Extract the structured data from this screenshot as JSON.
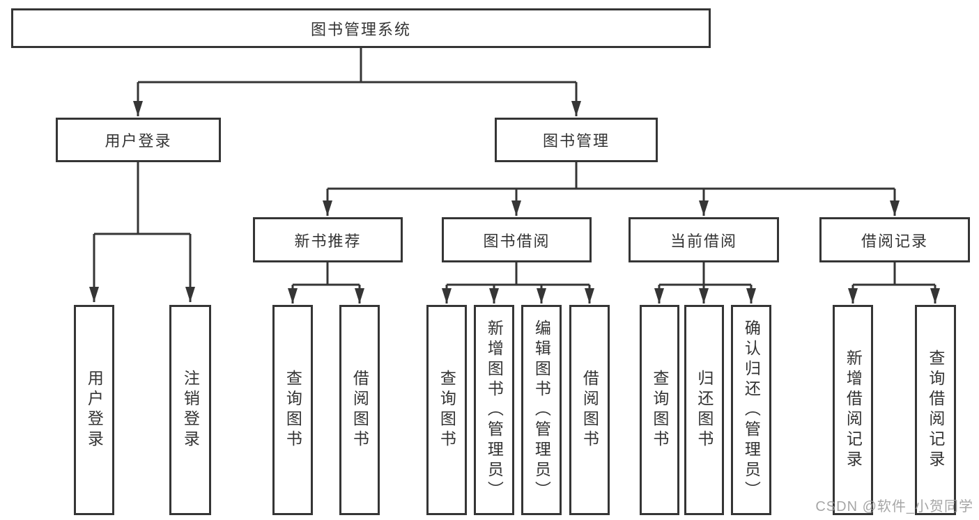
{
  "diagram": {
    "root": {
      "label": "图书管理系统"
    },
    "branches": [
      {
        "label": "用户登录",
        "children": [
          {
            "label": "用户登录"
          },
          {
            "label": "注销登录"
          }
        ]
      },
      {
        "label": "图书管理",
        "children": [
          {
            "label": "新书推荐",
            "children": [
              {
                "label": "查询图书"
              },
              {
                "label": "借阅图书"
              }
            ]
          },
          {
            "label": "图书借阅",
            "children": [
              {
                "label": "查询图书"
              },
              {
                "label": "新增图书（管理员）"
              },
              {
                "label": "编辑图书（管理员）"
              },
              {
                "label": "借阅图书"
              }
            ]
          },
          {
            "label": "当前借阅",
            "children": [
              {
                "label": "查询图书"
              },
              {
                "label": "归还图书"
              },
              {
                "label": "确认归还（管理员）"
              }
            ]
          },
          {
            "label": "借阅记录",
            "children": [
              {
                "label": "新增借阅记录"
              },
              {
                "label": "查询借阅记录"
              }
            ]
          }
        ]
      }
    ]
  },
  "watermark": "CSDN @软件_小贺同学",
  "colors": {
    "line": "#353535",
    "text": "#333333",
    "background": "#ffffff"
  }
}
